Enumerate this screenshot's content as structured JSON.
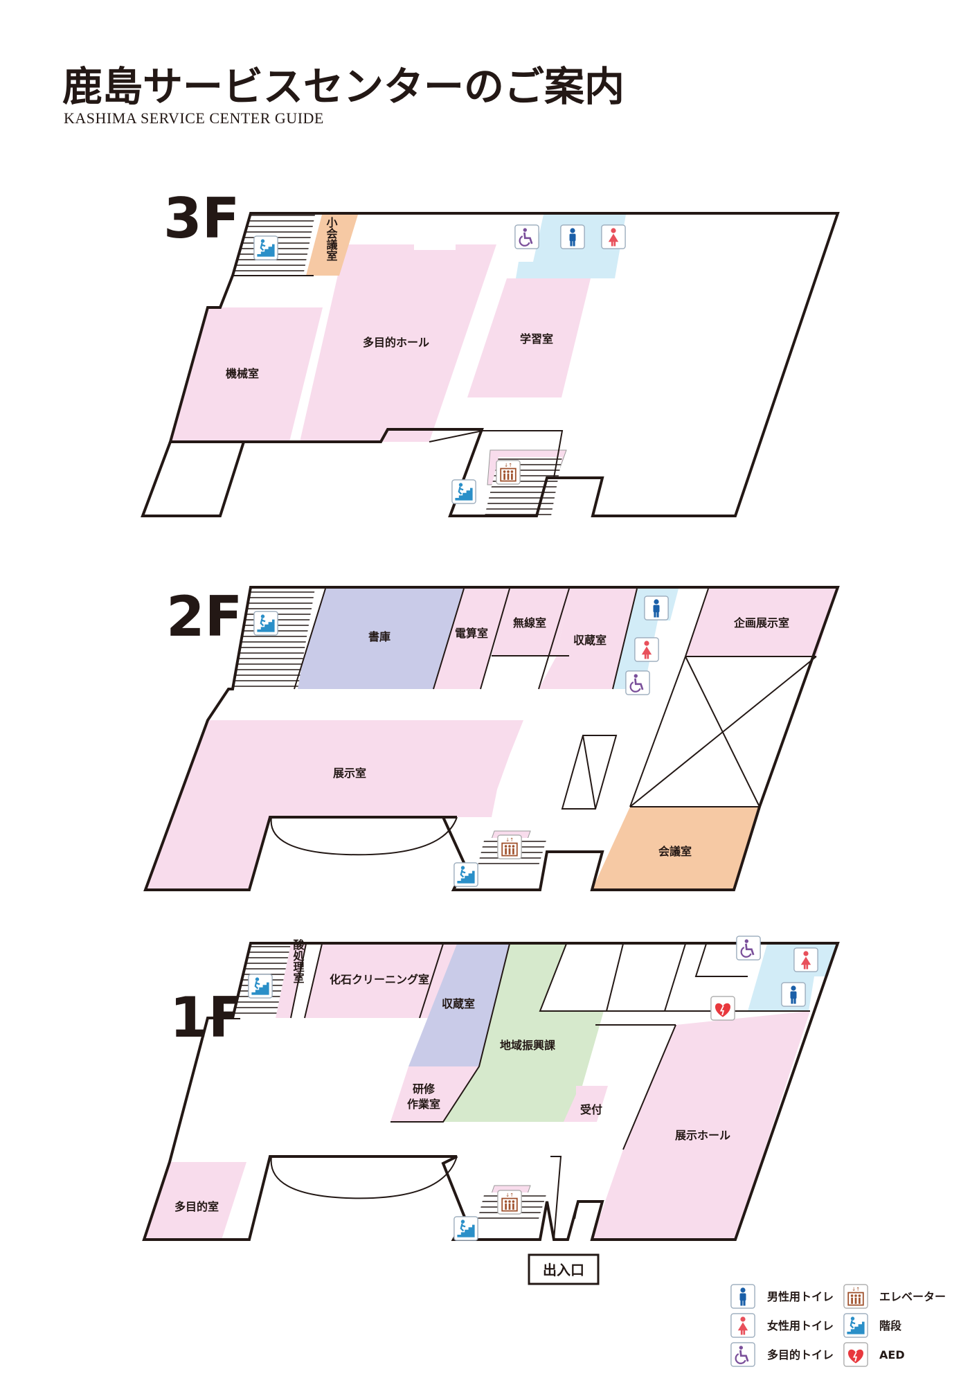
{
  "header": {
    "title": "鹿島サービスセンターのご案内",
    "subtitle": "KASHIMA SERVICE CENTER GUIDE"
  },
  "colors": {
    "room_pink": "#f8dcec",
    "meeting_orange": "#f6c9a4",
    "archive_blue": "#c9cbe8",
    "office_green": "#d6e9cc",
    "toilet_blue": "#d2ecf7",
    "male_icon": "#1a5fa8",
    "female_icon": "#e8505b",
    "accessible_icon": "#7a4f9a",
    "elevator_icon": "#a0522d",
    "stairs_icon": "#2a8fc8",
    "aed_icon": "#e8383d"
  },
  "floors": {
    "f3": {
      "label": "3F",
      "rooms": {
        "small_meeting": "小会議室",
        "multipurpose_hall": "多目的ホール",
        "study_room": "学習室",
        "machine_room": "機械室"
      }
    },
    "f2": {
      "label": "2F",
      "rooms": {
        "library": "書庫",
        "computer_room": "電算室",
        "radio_room": "無線室",
        "storage": "収蔵室",
        "special_exhibit": "企画展示室",
        "exhibit_room": "展示室",
        "meeting_room": "会議室"
      }
    },
    "f1": {
      "label": "1F",
      "rooms": {
        "acid_treatment": "酸処理室",
        "fossil_cleaning": "化石クリーニング室",
        "storage": "収蔵室",
        "regional_promotion": "地域振興課",
        "research_work_line1": "研修",
        "research_work_line2": "作業室",
        "reception": "受付",
        "exhibit_hall": "展示ホール",
        "multipurpose_room": "多目的室"
      },
      "entrance": "出入口"
    }
  },
  "icons": {
    "aed_text": "AED"
  },
  "legend": {
    "male_toilet": "男性用トイレ",
    "female_toilet": "女性用トイレ",
    "multipurpose_toilet": "多目的トイレ",
    "elevator": "エレベーター",
    "stairs": "階段",
    "aed": "AED"
  }
}
